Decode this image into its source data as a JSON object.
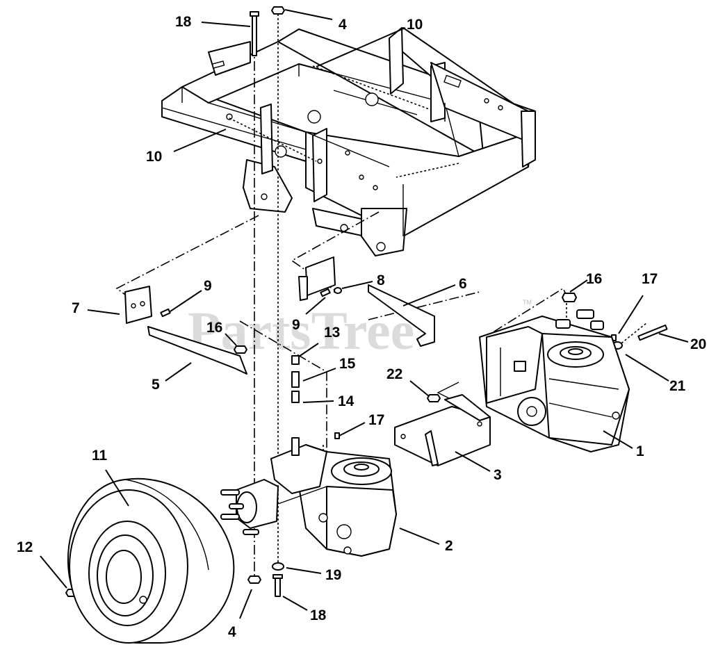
{
  "watermark": "PartsTree",
  "trademark": "TM",
  "callouts": [
    {
      "id": "c18a",
      "text": "18"
    },
    {
      "id": "c4a",
      "text": "4"
    },
    {
      "id": "c10a",
      "text": "10"
    },
    {
      "id": "c10b",
      "text": "10"
    },
    {
      "id": "c9a",
      "text": "9"
    },
    {
      "id": "c7",
      "text": "7"
    },
    {
      "id": "c8",
      "text": "8"
    },
    {
      "id": "c6",
      "text": "6"
    },
    {
      "id": "c16a",
      "text": "16"
    },
    {
      "id": "c17a",
      "text": "17"
    },
    {
      "id": "c20",
      "text": "20"
    },
    {
      "id": "c16b",
      "text": "16"
    },
    {
      "id": "c9b",
      "text": "9"
    },
    {
      "id": "c13",
      "text": "13"
    },
    {
      "id": "c15",
      "text": "15"
    },
    {
      "id": "c5",
      "text": "5"
    },
    {
      "id": "c22",
      "text": "22"
    },
    {
      "id": "c21",
      "text": "21"
    },
    {
      "id": "c14",
      "text": "14"
    },
    {
      "id": "c17b",
      "text": "17"
    },
    {
      "id": "c1",
      "text": "1"
    },
    {
      "id": "c11",
      "text": "11"
    },
    {
      "id": "c3",
      "text": "3"
    },
    {
      "id": "c2",
      "text": "2"
    },
    {
      "id": "c12",
      "text": "12"
    },
    {
      "id": "c19",
      "text": "19"
    },
    {
      "id": "c18b",
      "text": "18"
    },
    {
      "id": "c4b",
      "text": "4"
    }
  ]
}
